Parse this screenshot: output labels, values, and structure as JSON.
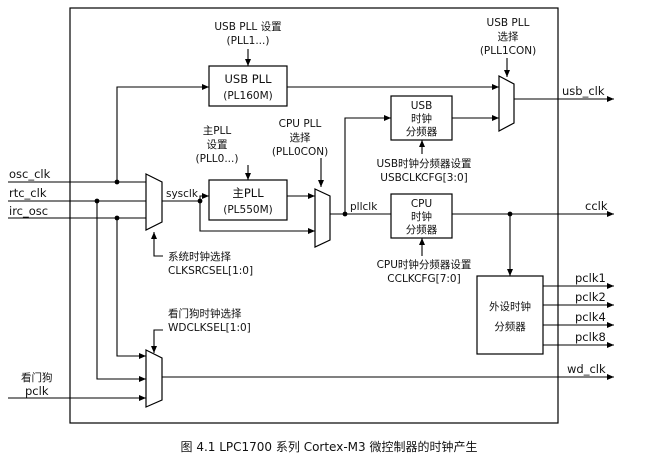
{
  "diagram": {
    "inputs": {
      "osc_clk": "osc_clk",
      "rtc_clk": "rtc_clk",
      "irc_osc": "irc_osc",
      "wdt_pclk_line1": "看门狗",
      "wdt_pclk_line2": "pclk"
    },
    "outputs": {
      "usb_clk": "usb_clk",
      "cclk": "cclk",
      "pclk1": "pclk1",
      "pclk2": "pclk2",
      "pclk4": "pclk4",
      "pclk8": "pclk8",
      "wd_clk": "wd_clk"
    },
    "signals": {
      "sysclk": "sysclk",
      "pllclk": "pllclk"
    },
    "blocks": {
      "usb_pll": {
        "line1": "USB PLL",
        "line2": "(PL160M)"
      },
      "main_pll": {
        "line1": "主PLL",
        "line2": "(PL550M)"
      },
      "usb_div": {
        "line1": "USB",
        "line2": "时钟",
        "line3": "分频器"
      },
      "cpu_div": {
        "line1": "CPU",
        "line2": "时钟",
        "line3": "分频器"
      },
      "periph_div": {
        "line1": "外设时钟",
        "line2": "分频器"
      }
    },
    "annotations": {
      "usb_pll_setting": {
        "line1": "USB PLL 设置",
        "line2": "(PLL1...)"
      },
      "usb_pll_select": {
        "line1": "USB PLL",
        "line2": "选择",
        "line3": "(PLL1CON)"
      },
      "main_pll_setting": {
        "line1": "主PLL",
        "line2": "设置",
        "line3": "(PLL0...)"
      },
      "cpu_pll_select": {
        "line1": "CPU PLL",
        "line2": "选择",
        "line3": "(PLL0CON)"
      },
      "usb_div_setting": {
        "line1": "USB时钟分频器设置",
        "line2": "USBCLKCFG[3:0]"
      },
      "cpu_div_setting": {
        "line1": "CPU时钟分频器设置",
        "line2": "CCLKCFG[7:0]"
      },
      "clk_src_select": {
        "line1": "系统时钟选择",
        "line2": "CLKSRCSEL[1:0]"
      },
      "wdt_clk_select": {
        "line1": "看门狗时钟选择",
        "line2": "WDCLKSEL[1:0]"
      }
    }
  },
  "caption": "图 4.1    LPC1700 系列 Cortex-M3 微控制器的时钟产生"
}
